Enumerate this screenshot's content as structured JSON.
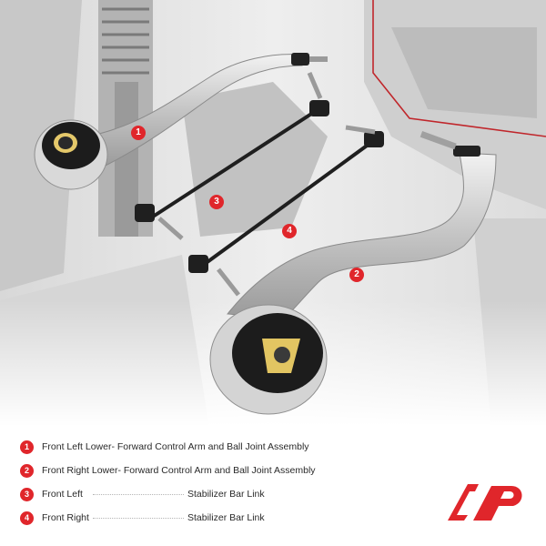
{
  "callouts": [
    "1",
    "2",
    "3",
    "4"
  ],
  "legend": [
    {
      "num": "1",
      "text": "Front Left Lower- Forward Control Arm and Ball Joint Assembly"
    },
    {
      "num": "2",
      "text": "Front Right Lower- Forward Control Arm and Ball Joint Assembly"
    },
    {
      "num": "3",
      "text": "Front Left",
      "sub": "Stabilizer Bar Link"
    },
    {
      "num": "4",
      "text": "Front Right",
      "sub": "Stabilizer Bar Link"
    }
  ],
  "brand": {
    "mark": "AP",
    "color": "#e0262b"
  },
  "colors": {
    "accent": "#e0262b",
    "metal": "#c9c9c9",
    "rubber": "#1c1c1c"
  }
}
